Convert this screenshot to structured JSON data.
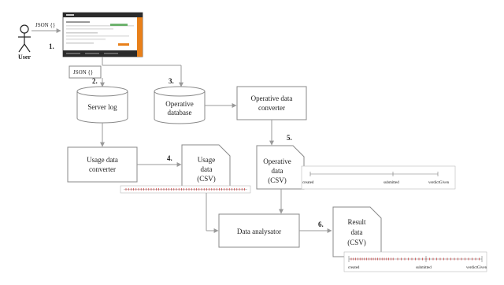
{
  "actor": {
    "label": "User"
  },
  "json_label_top": "JSON {}",
  "json_label_mid": "JSON {}",
  "steps": {
    "s1": "1.",
    "s2": "2.",
    "s3": "3.",
    "s4": "4.",
    "s5": "5.",
    "s6": "6."
  },
  "nodes": {
    "server_log": "Server log",
    "operative_database": [
      "Operative",
      "database"
    ],
    "operative_data_converter": [
      "Operative data",
      "converter"
    ],
    "usage_data_converter": [
      "Usage data",
      "converter"
    ],
    "usage_data_csv": [
      "Usage",
      "data",
      "(CSV)"
    ],
    "operative_data_csv": [
      "Operative",
      "data",
      "(CSV)"
    ],
    "data_analysator": "Data analysator",
    "result_data_csv": [
      "Result",
      "data",
      "(CSV)"
    ]
  },
  "timelines": {
    "operative": {
      "labels": [
        "created",
        "submitted",
        "verdictGiven"
      ]
    },
    "result": {
      "labels": [
        "created",
        "submitted",
        "verdictGiven"
      ]
    }
  },
  "colors": {
    "box_stroke": "#888888",
    "arrow": "#9a9a9a",
    "timeline_marks": "#cc3333",
    "screenshot_accent": "#e8801a",
    "screenshot_header": "#2b2b2b"
  }
}
